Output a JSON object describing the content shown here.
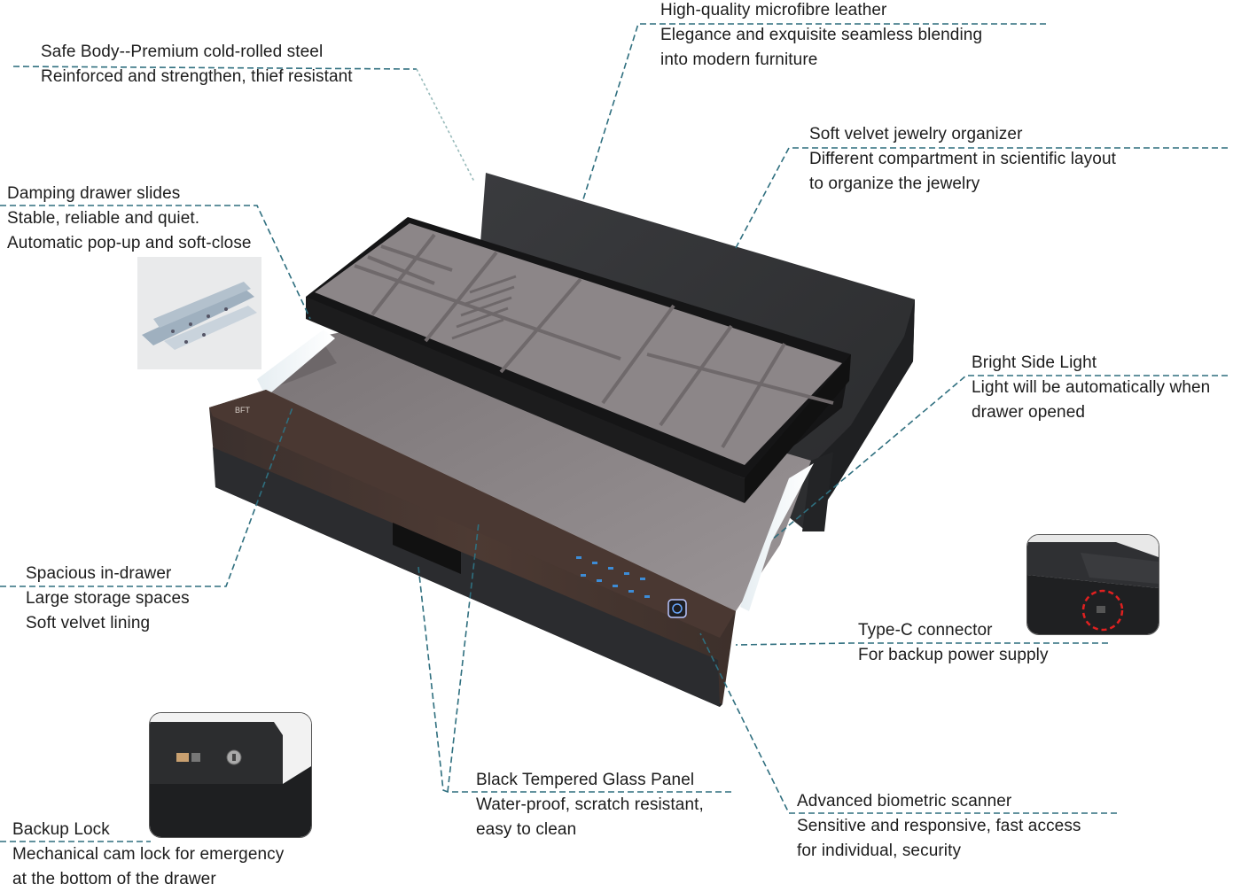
{
  "callouts": {
    "safe_body": {
      "title": "Safe Body--Premium cold-rolled steel",
      "lines": [
        "Reinforced and strengthen, thief resistant"
      ]
    },
    "leather": {
      "title": "High-quality microfibre leather",
      "lines": [
        "Elegance and exquisite seamless blending",
        "into modern furniture"
      ]
    },
    "organizer": {
      "title": "Soft velvet jewelry organizer",
      "lines": [
        "Different compartment in scientific layout",
        "to organize the jewelry"
      ]
    },
    "slides": {
      "title": "Damping drawer slides",
      "lines": [
        "Stable, reliable and quiet.",
        "Automatic pop-up and soft-close"
      ]
    },
    "side_light": {
      "title": "Bright Side Light",
      "lines": [
        "Light will be automatically when",
        "drawer opened"
      ]
    },
    "in_drawer": {
      "title": "Spacious in-drawer",
      "lines": [
        "Large storage spaces",
        "Soft velvet lining"
      ]
    },
    "type_c": {
      "title": "Type-C connector",
      "lines": [
        "For backup power supply"
      ]
    },
    "glass_panel": {
      "title": "Black Tempered Glass Panel",
      "lines": [
        "Water-proof, scratch resistant,",
        "easy to clean"
      ]
    },
    "biometric": {
      "title": "Advanced biometric scanner",
      "lines": [
        "Sensitive and responsive, fast access",
        "for individual, security"
      ]
    },
    "backup_lock": {
      "title": "Backup Lock",
      "lines": [
        "Mechanical cam lock for emergency",
        "at the bottom of the drawer"
      ]
    }
  },
  "product": {
    "brand_mark": "BFT"
  },
  "colors": {
    "leader_line": "#2f6f7f",
    "body": "#2e2f31",
    "velvet": "#8a8486",
    "accent": "#6b4a3a",
    "highlight_circle": "#e02020"
  }
}
